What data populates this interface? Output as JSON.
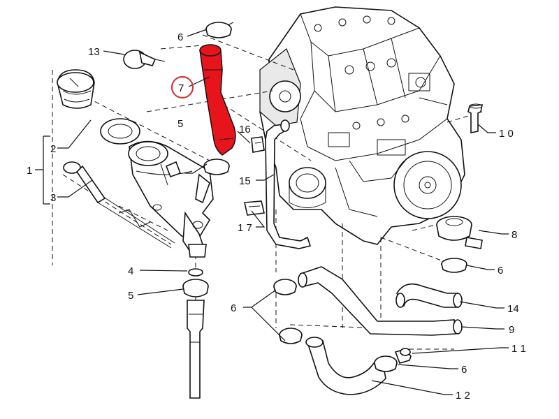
{
  "callouts": [
    {
      "id": "c1",
      "text": "1"
    },
    {
      "id": "c2",
      "text": "2"
    },
    {
      "id": "c3",
      "text": "3"
    },
    {
      "id": "c4",
      "text": "4"
    },
    {
      "id": "c5a",
      "text": "5"
    },
    {
      "id": "c5b",
      "text": "5"
    },
    {
      "id": "c6a",
      "text": "6"
    },
    {
      "id": "c6b",
      "text": "6"
    },
    {
      "id": "c6c",
      "text": "6"
    },
    {
      "id": "c6d",
      "text": "6"
    },
    {
      "id": "c7",
      "text": "7"
    },
    {
      "id": "c8",
      "text": "8"
    },
    {
      "id": "c9",
      "text": "9"
    },
    {
      "id": "c10",
      "text": "1 0"
    },
    {
      "id": "c11",
      "text": "1 1"
    },
    {
      "id": "c12",
      "text": "1 2"
    },
    {
      "id": "c13",
      "text": "13"
    },
    {
      "id": "c14",
      "text": "14"
    },
    {
      "id": "c15",
      "text": "15"
    },
    {
      "id": "c16",
      "text": "16"
    },
    {
      "id": "c17",
      "text": "1 7"
    }
  ],
  "highlight": {
    "part": "7",
    "color": "#e8141c",
    "circle_color": "#d23a3a"
  }
}
